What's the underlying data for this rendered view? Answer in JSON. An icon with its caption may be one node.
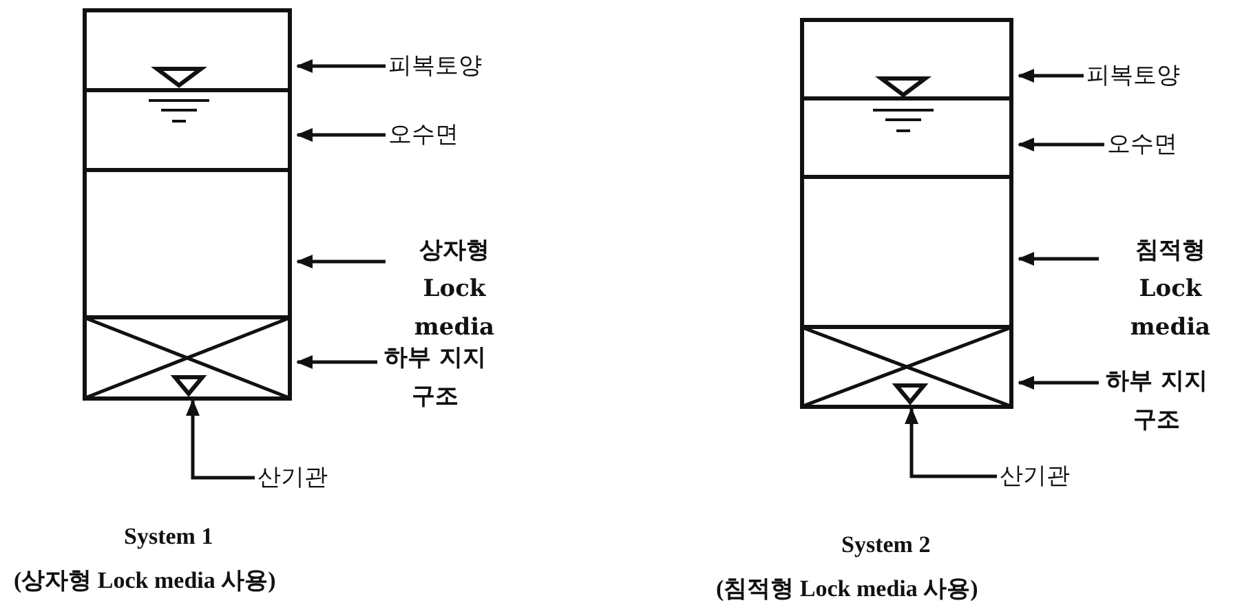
{
  "diagram": {
    "nodes": [
      {
        "text": [],
        "shape": "box"
      },
      {
        "text": [],
        "shape": "box"
      },
      {
        "text": [],
        "shape": "box"
      },
      {
        "text": [],
        "shape": "box"
      },
      {
        "text": [
          "피복토양"
        ]
      },
      {
        "text": [
          "오수면"
        ]
      },
      {
        "text": [
          "상자형 Lock media"
        ]
      },
      {
        "text": [
          "하부 지지구조"
        ]
      },
      {
        "text": [
          "산기관"
        ]
      },
      {
        "text": [],
        "shape": "box"
      },
      {
        "text": [],
        "shape": "box"
      },
      {
        "text": [],
        "shape": "box"
      },
      {
        "text": [],
        "shape": "box"
      },
      {
        "text": [
          "피복토양"
        ]
      },
      {
        "text": [
          "오수면"
        ]
      },
      {
        "text": [
          "침적형 Lock media"
        ]
      },
      {
        "text": [
          "하부 지지구조"
        ]
      },
      {
        "text": [
          "산기관"
        ]
      }
    ],
    "edges": [
      {
        "from": 4,
        "to": 0,
        "arrow": "to"
      },
      {
        "from": 5,
        "to": 1,
        "arrow": "to"
      },
      {
        "from": 6,
        "to": 2,
        "arrow": "to"
      },
      {
        "from": 7,
        "to": 3,
        "arrow": "to"
      },
      {
        "from": 8,
        "to": 3,
        "arrow": "to"
      },
      {
        "from": 13,
        "to": 9,
        "arrow": "to"
      },
      {
        "from": 14,
        "to": 10,
        "arrow": "to"
      },
      {
        "from": 15,
        "to": 11,
        "arrow": "to"
      },
      {
        "from": 16,
        "to": 12,
        "arrow": "to"
      },
      {
        "from": 17,
        "to": 12,
        "arrow": "to"
      }
    ],
    "labels": [
      "System 1",
      "(상자형 Lock media 사용)",
      "System 2",
      "(침적형 Lock media 사용)"
    ]
  }
}
